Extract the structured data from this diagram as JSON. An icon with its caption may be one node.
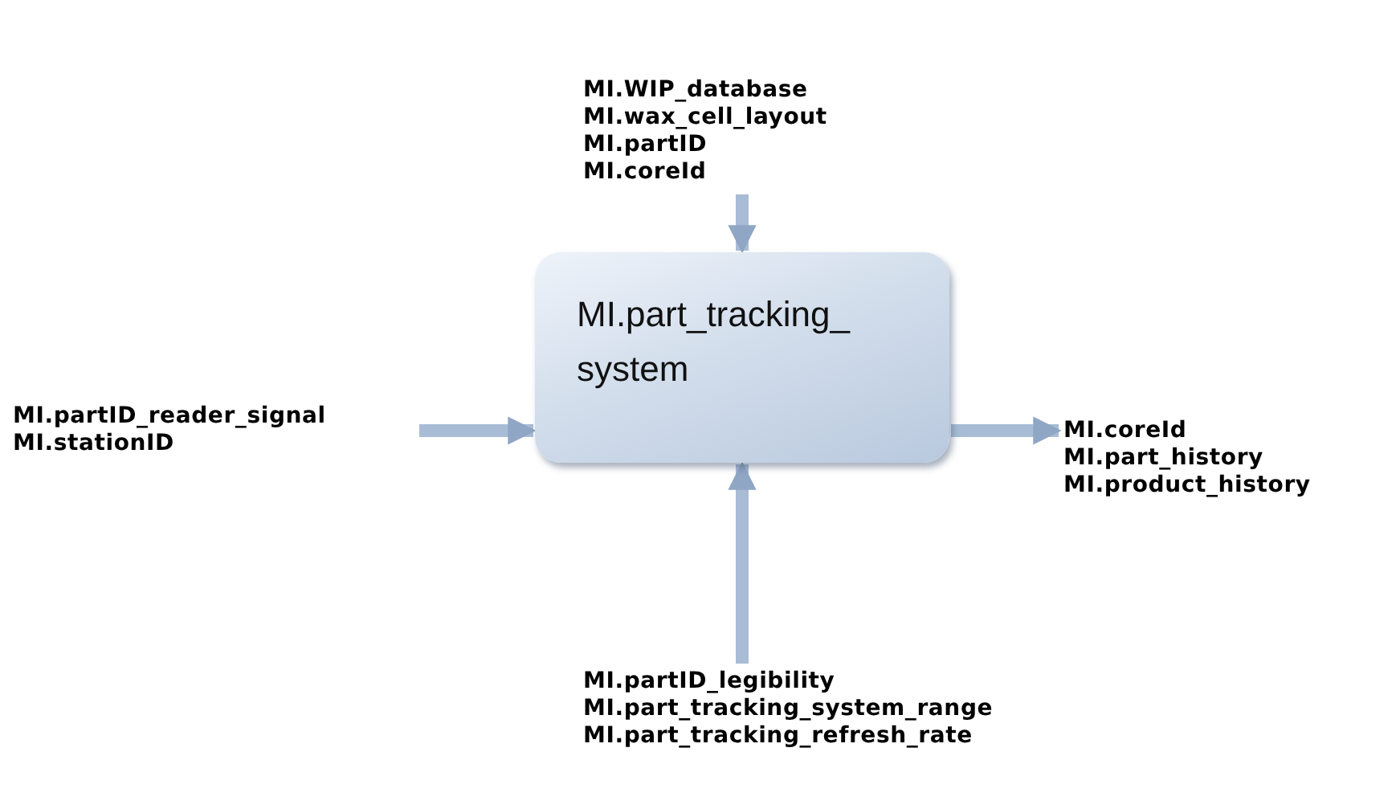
{
  "diagram": {
    "nodes": [
      {
        "text": [
          "MI.part_tracking_system"
        ]
      },
      {
        "text": [
          "MI.WIP_database",
          "MI.wax_cell_layout",
          "MI.partID",
          "MI.coreId"
        ]
      },
      {
        "text": [
          "MI.partID_reader_signal",
          "MI.stationID"
        ]
      },
      {
        "text": [
          "MI.coreId",
          "MI.part_history",
          "MI.product_history"
        ]
      },
      {
        "text": [
          "MI.partID_legibility",
          "MI.part_tracking_system_range",
          "MI.part_tracking_refresh_rate"
        ]
      }
    ],
    "edges": [
      {
        "from": 1,
        "to": 0,
        "arrow": "to"
      },
      {
        "from": 2,
        "to": 0,
        "arrow": "to"
      },
      {
        "from": 0,
        "to": 3,
        "arrow": "to"
      },
      {
        "from": 4,
        "to": 0,
        "arrow": "to"
      }
    ]
  }
}
